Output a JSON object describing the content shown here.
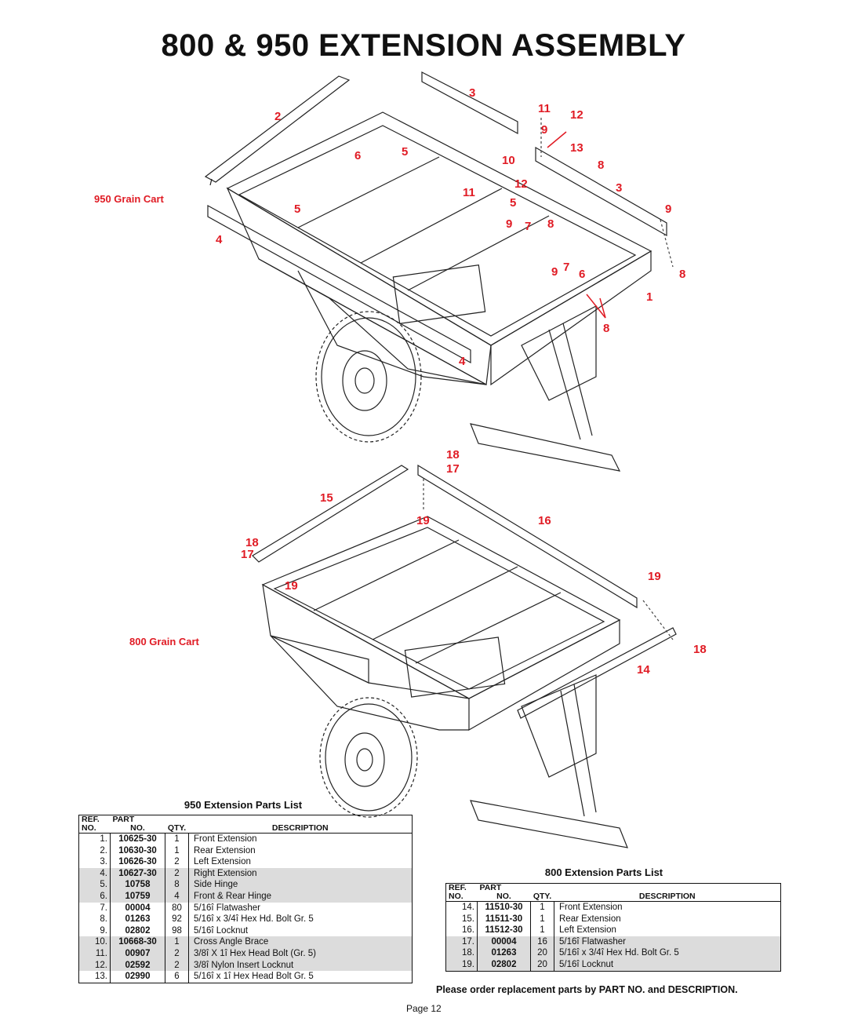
{
  "title": "800 & 950 EXTENSION ASSEMBLY",
  "labels": {
    "cart_950": "950 Grain Cart",
    "cart_800": "800 Grain Cart"
  },
  "callouts_950": [
    "2",
    "6",
    "5",
    "3",
    "11",
    "12",
    "9",
    "13",
    "10",
    "8",
    "11",
    "12",
    "3",
    "5",
    "9",
    "7",
    "8",
    "9",
    "5",
    "4",
    "9",
    "7",
    "6",
    "8",
    "1",
    "8",
    "4"
  ],
  "callouts_800": [
    "18",
    "17",
    "15",
    "19",
    "16",
    "18",
    "17",
    "19",
    "19",
    "18",
    "14"
  ],
  "table_950": {
    "title": "950 Extension Parts List",
    "headers": {
      "ref_top": "REF.",
      "ref_bottom": "NO.",
      "part_top": "PART",
      "part_bottom": "NO.",
      "qty": "QTY.",
      "desc": "DESCRIPTION"
    },
    "rows": [
      {
        "ref": "1.",
        "part": "10625-30",
        "qty": "1",
        "desc": "Front Extension",
        "shade": false
      },
      {
        "ref": "2.",
        "part": "10630-30",
        "qty": "1",
        "desc": "Rear Extension",
        "shade": false
      },
      {
        "ref": "3.",
        "part": "10626-30",
        "qty": "2",
        "desc": "Left Extension",
        "shade": false
      },
      {
        "ref": "4.",
        "part": "10627-30",
        "qty": "2",
        "desc": "Right Extension",
        "shade": true
      },
      {
        "ref": "5.",
        "part": "10758",
        "qty": "8",
        "desc": "Side Hinge",
        "shade": true
      },
      {
        "ref": "6.",
        "part": "10759",
        "qty": "4",
        "desc": "Front & Rear Hinge",
        "shade": true
      },
      {
        "ref": "7.",
        "part": "00004",
        "qty": "80",
        "desc": "5/16î  Flatwasher",
        "shade": false
      },
      {
        "ref": "8.",
        "part": "01263",
        "qty": "92",
        "desc": "5/16î x 3/4î Hex Hd. Bolt Gr. 5",
        "shade": false
      },
      {
        "ref": "9.",
        "part": "02802",
        "qty": "98",
        "desc": "5/16î  Locknut",
        "shade": false
      },
      {
        "ref": "10.",
        "part": "10668-30",
        "qty": "1",
        "desc": "Cross Angle Brace",
        "shade": true
      },
      {
        "ref": "11.",
        "part": "00907",
        "qty": "2",
        "desc": "3/8î X 1î Hex Head Bolt (Gr. 5)",
        "shade": true
      },
      {
        "ref": "12.",
        "part": "02592",
        "qty": "2",
        "desc": "3/8î Nylon  Insert Locknut",
        "shade": true
      },
      {
        "ref": "13.",
        "part": "02990",
        "qty": "6",
        "desc": "5/16î x 1î Hex Head Bolt Gr. 5",
        "shade": false
      }
    ]
  },
  "table_800": {
    "title": "800 Extension Parts List",
    "headers": {
      "ref_top": "REF.",
      "ref_bottom": "NO.",
      "part_top": "PART",
      "part_bottom": "NO.",
      "qty": "QTY.",
      "desc": "DESCRIPTION"
    },
    "rows": [
      {
        "ref": "14.",
        "part": "11510-30",
        "qty": "1",
        "desc": "Front  Extension",
        "shade": false
      },
      {
        "ref": "15.",
        "part": "11511-30",
        "qty": "1",
        "desc": "Rear Extension",
        "shade": false
      },
      {
        "ref": "16.",
        "part": "11512-30",
        "qty": "1",
        "desc": "Left Extension",
        "shade": false
      },
      {
        "ref": "17.",
        "part": "00004",
        "qty": "16",
        "desc": "5/16î  Flatwasher",
        "shade": true
      },
      {
        "ref": "18.",
        "part": "01263",
        "qty": "20",
        "desc": "5/16î x 3/4î Hex Hd. Bolt Gr. 5",
        "shade": true
      },
      {
        "ref": "19.",
        "part": "02802",
        "qty": "20",
        "desc": "5/16î  Locknut",
        "shade": true
      }
    ]
  },
  "order_note": "Please order replacement parts by PART NO. and DESCRIPTION.",
  "page": "Page 12"
}
